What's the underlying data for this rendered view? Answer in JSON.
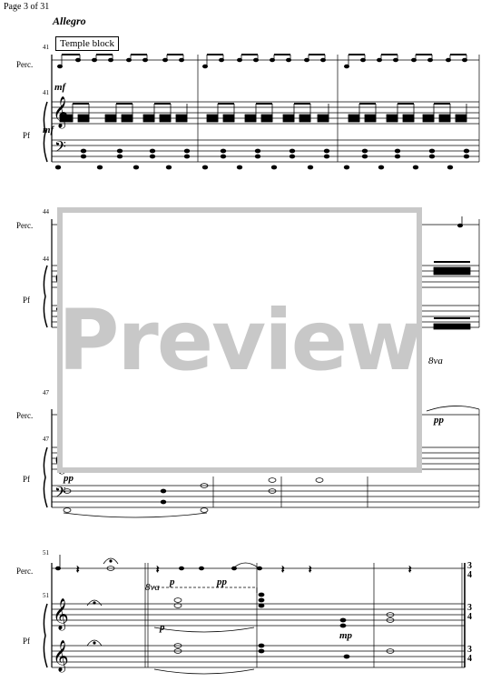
{
  "header": {
    "page_label": "Page 3 of 31"
  },
  "tempo": "Allegro",
  "instrument_note": "Temple block",
  "parts": {
    "perc": "Perc.",
    "piano": "Pf"
  },
  "measures": {
    "sys1": "41",
    "sys2": "44",
    "sys3": "47",
    "sys4": "51"
  },
  "dynamics": {
    "mf": "mf",
    "pp": "pp",
    "p": "p",
    "mp": "mp"
  },
  "octave": "8va",
  "time_signature": {
    "top": "3",
    "bottom": "4"
  },
  "watermark": "Preview"
}
